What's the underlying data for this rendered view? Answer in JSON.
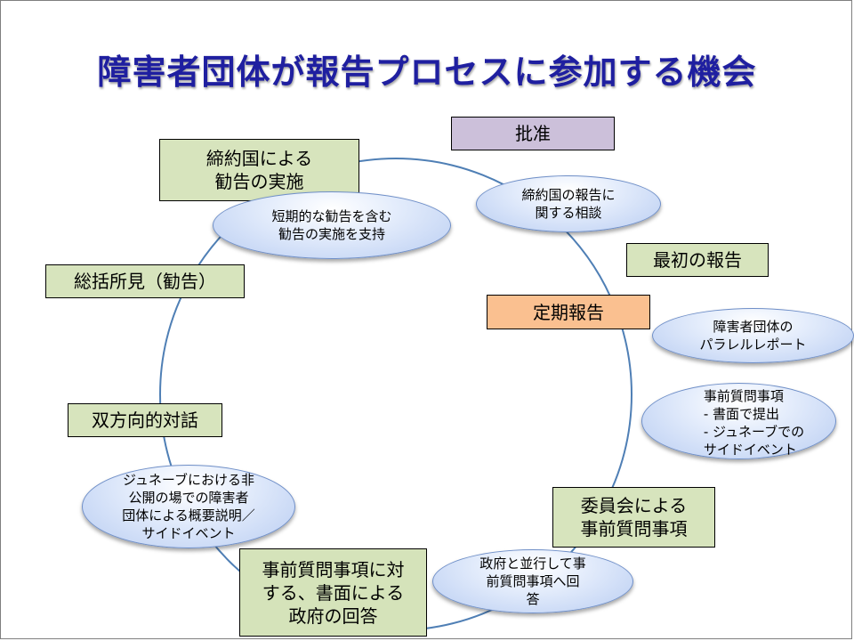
{
  "title": "障害者団体が報告プロセスに参加する機会",
  "boxes": {
    "ratification": "批准",
    "first_report": "最初の報告",
    "periodic_report": "定期報告",
    "committee_loi": "委員会による\n事前質問事項",
    "gov_reply": "事前質問事項に対\nする、書面による\n政府の回答",
    "dialogue": "双方向的対話",
    "concluding": "総括所見（勧告）",
    "implementation": "締約国による\n勧告の実施"
  },
  "ovals": {
    "consultation": "締約国の報告に\n関する相談",
    "parallel_report": "障害者団体の\nパラレルレポート",
    "loi_submission": "事前質問事項\n-  書面で提出\n-  ジュネーブでの\n    サイドイベント",
    "parallel_reply": "政府と並行して事\n前質問事項へ回\n答",
    "geneva_briefing": "ジュネーブにおける非\n公開の場での障害者\n団体による概要説明／\nサイドイベント",
    "support_impl": "短期的な勧告を含む\n勧告の実施を支持"
  },
  "colors": {
    "title": "#1f1fa0",
    "circle": "#4f7fb5",
    "green": "#d7e4bd",
    "purple": "#ccc0da",
    "orange": "#fac090"
  }
}
